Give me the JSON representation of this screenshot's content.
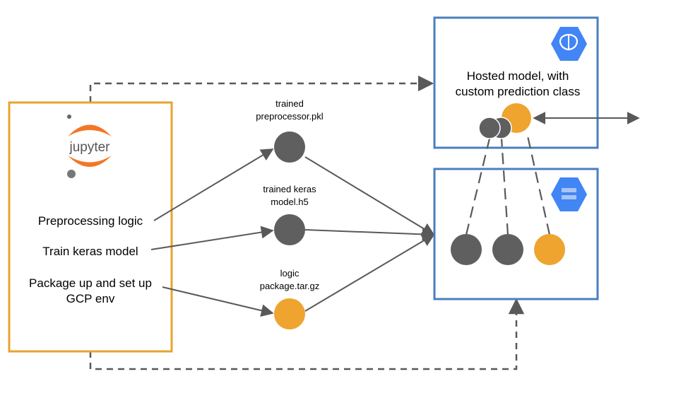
{
  "colors": {
    "notebook_border": "#E8A330",
    "cloud_border": "#4A7FC1",
    "gray_node": "#5F5F5F",
    "orange_node": "#EEA42E",
    "arrow": "#595959",
    "icon_blue": "#4285F4"
  },
  "notebook": {
    "logo_text": "jupyter",
    "items": [
      "Preprocessing logic",
      "Train keras model",
      "Package up and set up",
      "GCP env"
    ]
  },
  "artifacts": {
    "preprocessor": [
      "trained",
      "preprocessor.pkl"
    ],
    "model": [
      "trained keras",
      "model.h5"
    ],
    "package": [
      "logic",
      "package.tar.gz"
    ]
  },
  "hosted": {
    "title": [
      "Hosted model, with",
      "custom prediction class"
    ],
    "icon": "ml-engine-brain-icon"
  },
  "storage": {
    "icon": "cloud-storage-icon"
  }
}
